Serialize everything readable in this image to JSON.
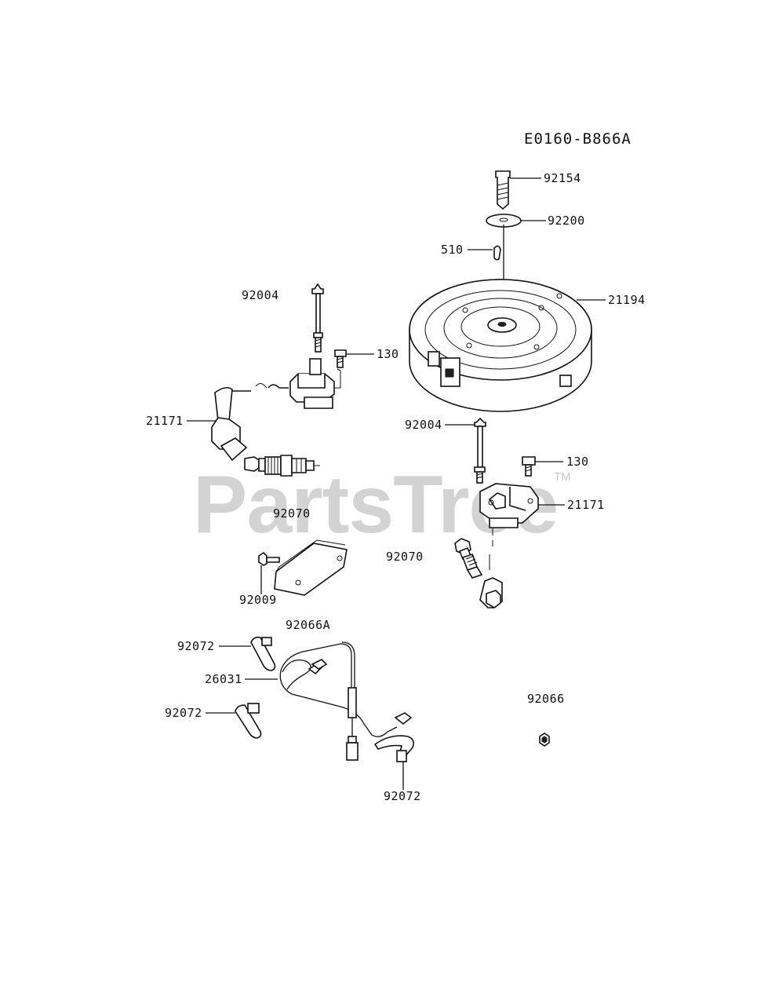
{
  "diagram": {
    "code": "E0160-B866A",
    "watermark": "PartsTree",
    "watermark_tm": "TM",
    "callouts": {
      "p92154": "92154",
      "p92200": "92200",
      "p510": "510",
      "p21194": "21194",
      "p92004_left": "92004",
      "p130_left": "130",
      "p21171_left": "21171",
      "p92070_left": "92070",
      "p92004_right": "92004",
      "p130_right": "130",
      "p21171_right": "21171",
      "p92070_right": "92070",
      "p92009": "92009",
      "p92066A": "92066A",
      "p92072_top": "92072",
      "p26031": "26031",
      "p92072_mid": "92072",
      "p92072_bottom": "92072",
      "p92066": "92066"
    }
  }
}
